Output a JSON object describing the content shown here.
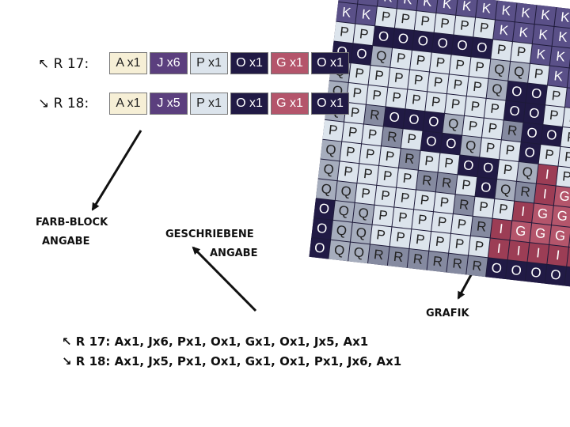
{
  "row17": {
    "label": "↖ R 17:",
    "blocks": [
      {
        "label": "A x1",
        "color": "A"
      },
      {
        "label": "J x6",
        "color": "J"
      },
      {
        "label": "P x1",
        "color": "P"
      },
      {
        "label": "O x1",
        "color": "O"
      },
      {
        "label": "G x1",
        "color": "G"
      },
      {
        "label": "O x1",
        "color": "O"
      }
    ]
  },
  "row18": {
    "label": "↘ R 18:",
    "blocks": [
      {
        "label": "A x1",
        "color": "A"
      },
      {
        "label": "J x5",
        "color": "J"
      },
      {
        "label": "P x1",
        "color": "P"
      },
      {
        "label": "O x1",
        "color": "O"
      },
      {
        "label": "G x1",
        "color": "G"
      },
      {
        "label": "O x1",
        "color": "O"
      }
    ]
  },
  "annotations": {
    "farb_line1": "FARB-BLOCK",
    "farb_line2": "ANGABE",
    "geschr_line1": "GESCHRIEBENE",
    "geschr_line2": "ANGABE",
    "grafik": "GRAFIK"
  },
  "written": {
    "r17": "↖ R 17: Ax1, Jx6, Px1, Ox1, Gx1, Ox1, Jx5, Ax1",
    "r18": "↘ R 18: Ax1, Jx5, Px1, Ox1, Gx1, Ox1, Px1, Jx6, Ax1"
  },
  "palette": {
    "A": {
      "bg": "#f6efd6",
      "fg": "#222222"
    },
    "J": {
      "bg": "#5b3f7e",
      "fg": "#ffffff"
    },
    "P": {
      "bg": "#dce4ec",
      "fg": "#222222"
    },
    "O": {
      "bg": "#211a45",
      "fg": "#ffffff"
    },
    "G": {
      "bg": "#b4556b",
      "fg": "#ffffff"
    },
    "K": {
      "bg": "#5a5088",
      "fg": "#ffffff"
    },
    "Q": {
      "bg": "#a6adbd",
      "fg": "#222222"
    },
    "R": {
      "bg": "#858aa0",
      "fg": "#222222"
    },
    "I": {
      "bg": "#9c3d55",
      "fg": "#ffffff"
    }
  },
  "grid_rows": [
    "KKKKKKKKKKKKKK",
    "KKPPPPPPKKKKKK",
    "PPOOOOOOPPKKKK",
    "OOQPPPPPQQPKKK",
    "QPPPPPPPQOOPKK",
    "QPPPPPPPPOOPPP",
    "QPROOOQPPROOPP",
    "PPPRPOOQPPOPPP",
    "QPPPRPPOOPQIPP",
    "QPPPPRRPOQRIGG",
    "QQPPPPPRPPIGGG",
    "OQQPPPPPRIGGGG",
    "OQQPPPPPPIIIII",
    "OQQRRRRRROOOOO"
  ]
}
